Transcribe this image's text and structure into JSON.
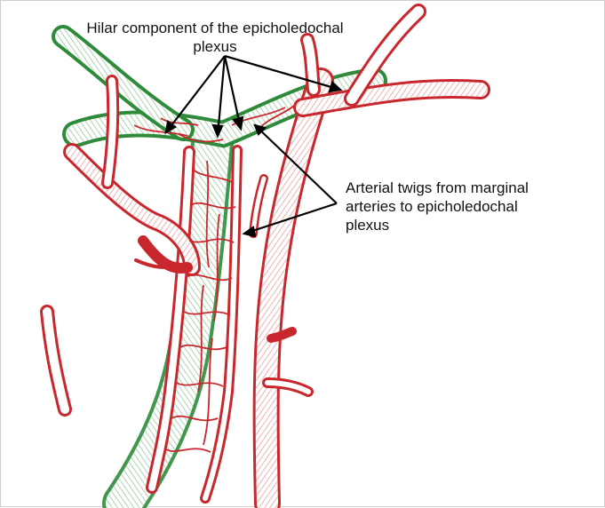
{
  "figure": {
    "labels": {
      "hilar": {
        "line1": "Hilar component of the epicholedochal",
        "line2": "plexus"
      },
      "twigs": {
        "line1": "Arterial twigs from marginal",
        "line2": "arteries to epicholedochal",
        "line3": "plexus"
      }
    },
    "colors": {
      "artery": "#c8282d",
      "duct": "#2e8b3a",
      "pointer": "#000000",
      "background": "#ffffff"
    }
  }
}
